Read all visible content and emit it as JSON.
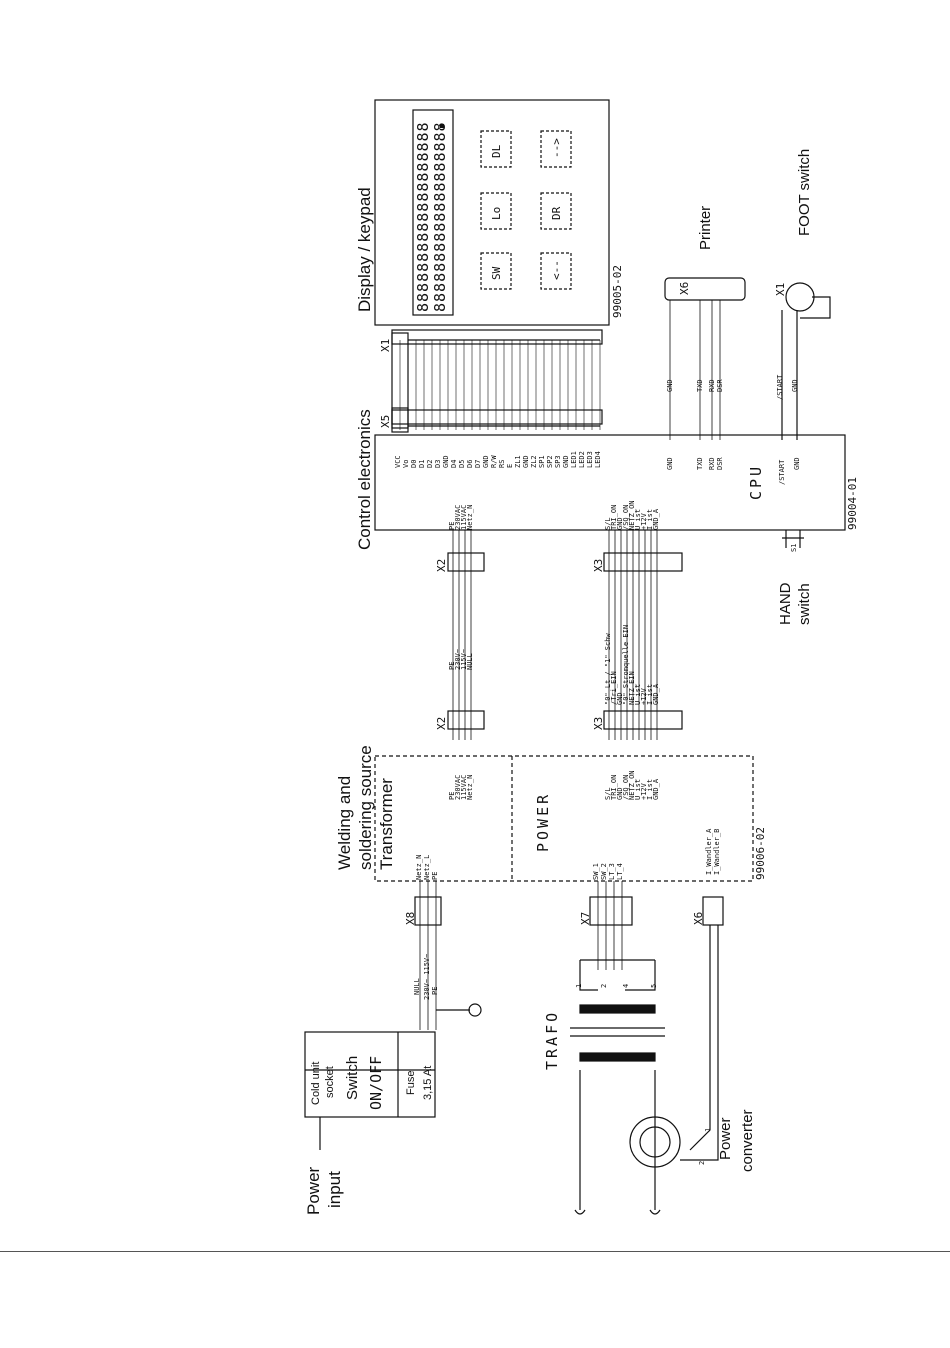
{
  "labels": {
    "display_keypad": "Display / keypad",
    "control_electronics": "Control electronics",
    "printer": "Printer",
    "foot_switch": "FOOT switch",
    "hand_switch_1": "HAND",
    "hand_switch_2": "switch",
    "welding_1": "Welding and",
    "welding_2": "soldering source",
    "transformer": "Transformer",
    "power_block": "POWER",
    "cpu_block": "CPU",
    "trafo": "TRAFO",
    "power_input_1": "Power",
    "power_input_2": "input",
    "power_converter_1": "Power",
    "power_converter_2": "converter",
    "cold_unit_1": "Cold unit",
    "cold_unit_2": "socket",
    "switch_label": "Switch",
    "on_off": "ON/OFF",
    "fuse": "Fuse",
    "fuse_rating": "3,15 At"
  },
  "part_numbers": {
    "display": "99005-02",
    "cpu": "99004-01",
    "power": "99006-02"
  },
  "connectors": {
    "x1_display": "X1",
    "x5": "X5",
    "x6_printer": "X6",
    "x1_foot": "X1",
    "x2_top": "X2",
    "x2_bottom": "X2",
    "x3_top": "X3",
    "x3_bottom": "X3",
    "x8": "X8",
    "x7": "X7",
    "x6_power": "X6",
    "s1": "S1"
  },
  "keys": [
    "SW",
    "<--",
    "Lo",
    "DR",
    "DL",
    "-->"
  ],
  "x5_signals": [
    "VCC",
    "Vo",
    "D0",
    "D1",
    "D2",
    "D3",
    "GND",
    "D4",
    "D5",
    "D6",
    "D7",
    "GND",
    "R/W",
    "RS",
    "E",
    "ZL1",
    "GND",
    "ZL2",
    "SP1",
    "SP2",
    "SP3",
    "GND",
    "LED1",
    "LED2",
    "LED3",
    "LED4"
  ],
  "cpu_right_signals": [
    "GND",
    "TXD",
    "RXD",
    "DSR",
    "/START",
    "GND"
  ],
  "x2_signals": [
    "PE",
    "230VAC",
    "115VAC",
    "Netz_N"
  ],
  "x2_wires": [
    "PE",
    "230V~",
    "115V~",
    "NULL"
  ],
  "x3_signals": [
    "S/L",
    "TRI_ON",
    "GND",
    "/SQ_ON",
    "NETZ_ON",
    "U_ist",
    "+12V",
    "I_ist",
    "GND_A"
  ],
  "x3_wires": [
    "\"0\" Lt / \"1\" Schw",
    "/Tri_EIN",
    "GND",
    "\"0\" Stromquelle EIN",
    "NETZ_EIN",
    "U_ist",
    "+12V",
    "I_ist",
    "GND_A"
  ],
  "x8_signals": [
    "Netz_N",
    "Netz_L",
    "PE"
  ],
  "x8_wires": [
    "NULL",
    "230V~ 115V~",
    "PE"
  ],
  "x7_signals": [
    "SW_1",
    "SW_2",
    "LT_3",
    "LT_4"
  ],
  "x6_power_signals": [
    "I_Wandler_A",
    "I_Wandler_B"
  ],
  "printer_signals": [
    "GND",
    "TXD",
    "RXD",
    "DSR"
  ],
  "foot_signals": [
    "/START",
    "GND"
  ],
  "trafo_pins": [
    "1",
    "2",
    "4",
    "5"
  ],
  "converter_pins": [
    "1",
    "2"
  ]
}
